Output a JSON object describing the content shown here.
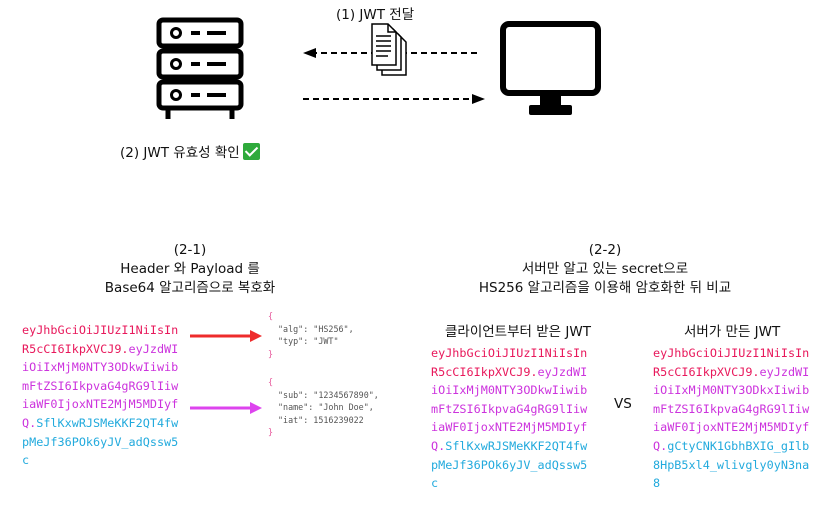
{
  "step1_label": "(1)  JWT 전달",
  "step2_label": "(2)  JWT 유효성 확인",
  "section_left": {
    "line1": "(2-1)",
    "line2": "Header 와 Payload 를",
    "line3": "Base64 알고리즘으로 복호화"
  },
  "section_right": {
    "line1": "(2-2)",
    "line2": "서버만 알고 있는 secret으로",
    "line3": "HS256 알고리즘을 이용해 암호화한 뒤 비교"
  },
  "token_left": {
    "header": [
      "eyJhbGciOiJIUzI1NiIsIn",
      "R5cCI6IkpXVCJ9."
    ],
    "payload": [
      "eyJzdWI",
      "iOiIxMjM0NTY3ODkwIiwib",
      "mFtZSI6IkpvaG4gRG9lIiw",
      "iaWF0IjoxNTE2MjM5MDIyf",
      "Q."
    ],
    "signature": [
      "SflKxwRJSMeKKF2QT4fw",
      "pMeJf36POk6yJV_adQssw5",
      "c"
    ]
  },
  "decoded_header": {
    "open": "{",
    "lines": [
      "\"alg\": \"HS256\",",
      "\"typ\": \"JWT\""
    ],
    "close": "}"
  },
  "decoded_payload": {
    "open": "{",
    "lines": [
      "\"sub\": \"1234567890\",",
      "\"name\": \"John Doe\",",
      "\"iat\": 1516239022"
    ],
    "close": "}"
  },
  "client_token": {
    "title": "클라이언트부터 받은 JWT",
    "header": [
      "eyJhbGciOiJIUzI1NiIsIn",
      "R5cCI6IkpXVCJ9."
    ],
    "payload": [
      "eyJzdWI",
      "iOiIxMjM0NTY3ODkwIiwib",
      "mFtZSI6IkpvaG4gRG9lIiw",
      "iaWF0IjoxNTE2MjM5MDIyf",
      "Q."
    ],
    "signature": [
      "SflKxwRJSMeKKF2QT4fw",
      "pMeJf36POk6yJV_adQssw5",
      "c"
    ]
  },
  "vs_label": "VS",
  "server_token": {
    "title": "서버가 만든 JWT",
    "header": [
      "eyJhbGciOiJIUzI1NiIsIn",
      "R5cCI6IkpXVCJ9."
    ],
    "payload": [
      "eyJzdWI",
      "iOiIxMjM0NTY3ODkxIiwib",
      "mFtZSI6IkpvaG4gRG9lIiw",
      "iaWF0IjoxNTE2MjM5MDIyf",
      "Q."
    ],
    "signature": [
      "gCtyCNK1GbhBXIG_gIlb",
      "8HpB5xl4_wlivgly0yN3na",
      "8"
    ]
  },
  "colors": {
    "header": "#e8185b",
    "payload": "#cc33dd",
    "signature": "#22aadd",
    "arrow_red": "#ee2b2b",
    "arrow_purple": "#dd44ee",
    "check": "#2eaa3b"
  },
  "icons": {
    "server": "server-icon",
    "monitor": "monitor-icon",
    "document": "document-icon",
    "check": "check-icon"
  }
}
